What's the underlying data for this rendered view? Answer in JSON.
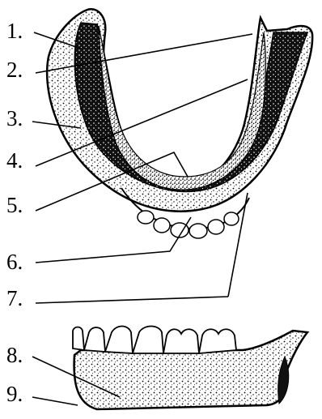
{
  "labels": {
    "l1": "1.",
    "l2": "2.",
    "l3": "3.",
    "l4": "4.",
    "l5": "5.",
    "l6": "6.",
    "l7": "7.",
    "l8": "8.",
    "l9": "9."
  },
  "colors": {
    "ink": "#000000",
    "bone": "#ffffff"
  }
}
